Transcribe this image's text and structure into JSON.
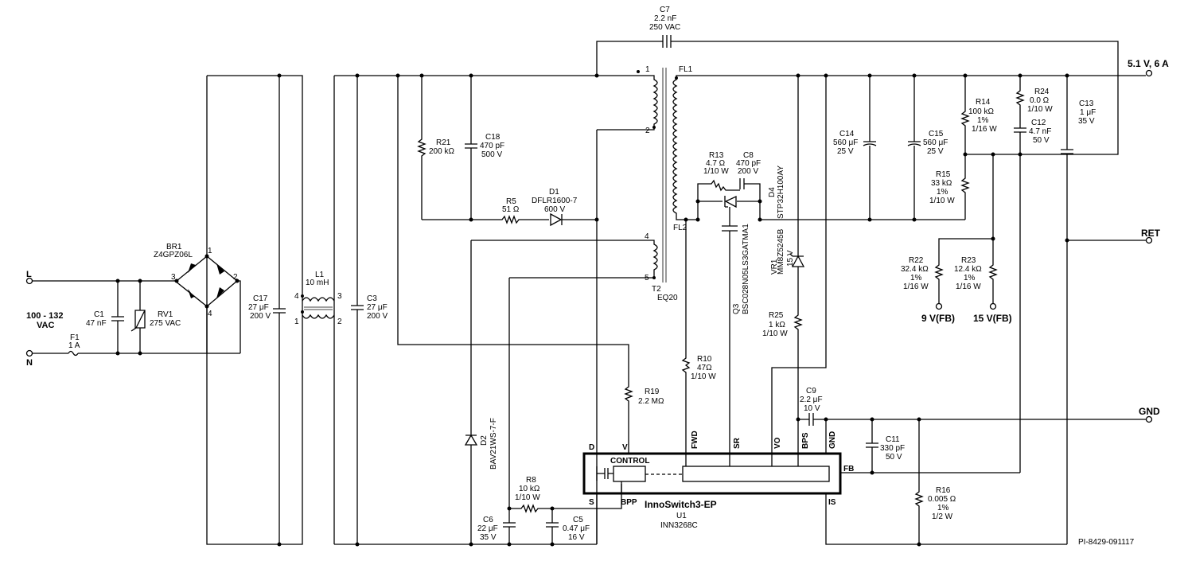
{
  "inputs": {
    "line_label": "L",
    "neutral_label": "N",
    "voltage_range": "100 - 132",
    "voltage_unit": "VAC"
  },
  "outputs": {
    "vout": "5.1 V, 6 A",
    "ret": "RET",
    "gnd": "GND",
    "fb9": "9 V(FB)",
    "fb15": "15 V(FB)"
  },
  "components": {
    "F1": {
      "ref": "F1",
      "value": "1 A"
    },
    "C1": {
      "ref": "C1",
      "value": "47 nF"
    },
    "RV1": {
      "ref": "RV1",
      "value": "275 VAC"
    },
    "BR1": {
      "ref": "BR1",
      "value": "Z4GPZ06L"
    },
    "C17": {
      "ref": "C17",
      "value": "27 μF",
      "rating": "200 V"
    },
    "L1": {
      "ref": "L1",
      "value": "10 mH"
    },
    "C3": {
      "ref": "C3",
      "value": "27 μF",
      "rating": "200 V"
    },
    "R21": {
      "ref": "R21",
      "value": "200 kΩ"
    },
    "C18": {
      "ref": "C18",
      "value": "470 pF",
      "rating": "500 V"
    },
    "R5": {
      "ref": "R5",
      "value": "51 Ω"
    },
    "D1": {
      "ref": "D1",
      "value": "DFLR1600-7",
      "rating": "600 V"
    },
    "C7": {
      "ref": "C7",
      "value": "2.2 nF",
      "rating": "250 VAC"
    },
    "T2": {
      "ref": "T2",
      "value": "EQ20"
    },
    "R13": {
      "ref": "R13",
      "value": "4.7 Ω",
      "rating": "1/10 W"
    },
    "C8": {
      "ref": "C8",
      "value": "470 pF",
      "rating": "200 V"
    },
    "D4": {
      "ref": "D4",
      "value": "STP32H100AY"
    },
    "Q3": {
      "ref": "Q3",
      "value": "BSC028N05LS3GATMA1"
    },
    "VR1": {
      "ref": "VR1",
      "value": "MM8Z5245B",
      "rating": "15 V"
    },
    "R25": {
      "ref": "R25",
      "value": "1 kΩ",
      "rating": "1/10 W"
    },
    "C14": {
      "ref": "C14",
      "value": "560 μF",
      "rating": "25 V"
    },
    "C15": {
      "ref": "C15",
      "value": "560 μF",
      "rating": "25 V"
    },
    "R14": {
      "ref": "R14",
      "value": "100 kΩ",
      "tol": "1%",
      "rating": "1/16 W"
    },
    "R15": {
      "ref": "R15",
      "value": "33 kΩ",
      "tol": "1%",
      "rating": "1/10 W"
    },
    "R24": {
      "ref": "R24",
      "value": "0.0 Ω",
      "rating": "1/10 W"
    },
    "C12": {
      "ref": "C12",
      "value": "4.7 nF",
      "rating": "50 V"
    },
    "C13": {
      "ref": "C13",
      "value": "1 μF",
      "rating": "35 V"
    },
    "R22": {
      "ref": "R22",
      "value": "32.4 kΩ",
      "tol": "1%",
      "rating": "1/16 W"
    },
    "R23": {
      "ref": "R23",
      "value": "12.4 kΩ",
      "tol": "1%",
      "rating": "1/16 W"
    },
    "R10": {
      "ref": "R10",
      "value": "47Ω",
      "rating": "1/10 W"
    },
    "R19": {
      "ref": "R19",
      "value": "2.2 MΩ"
    },
    "C9": {
      "ref": "C9",
      "value": "2.2 μF",
      "rating": "10 V"
    },
    "C11": {
      "ref": "C11",
      "value": "330 pF",
      "rating": "50 V"
    },
    "R16": {
      "ref": "R16",
      "value": "0.005 Ω",
      "tol": "1%",
      "rating": "1/2 W"
    },
    "D2": {
      "ref": "D2",
      "value": "BAV21WS-7-F"
    },
    "R8": {
      "ref": "R8",
      "value": "10 kΩ",
      "rating": "1/10 W"
    },
    "C6": {
      "ref": "C6",
      "value": "22 μF",
      "rating": "35 V"
    },
    "C5": {
      "ref": "C5",
      "value": "0.47 μF",
      "rating": "16 V"
    },
    "U1": {
      "ref": "U1",
      "value": "INN3268C",
      "family": "InnoSwitch3-EP",
      "control": "CONTROL"
    }
  },
  "pins": {
    "D": "D",
    "V": "V",
    "FWD": "FWD",
    "SR": "SR",
    "VO": "VO",
    "BPS": "BPS",
    "GND": "GND",
    "FB": "FB",
    "S": "S",
    "BPP": "BPP",
    "IS": "IS"
  },
  "transformer_pins": {
    "p1": "1",
    "p2": "2",
    "p4": "4",
    "p5": "5",
    "fl1": "FL1",
    "fl2": "FL2"
  },
  "pin_numbers": {
    "one": "1",
    "two": "2",
    "three": "3",
    "four": "4"
  },
  "drawing_number": "PI-8429-091117"
}
